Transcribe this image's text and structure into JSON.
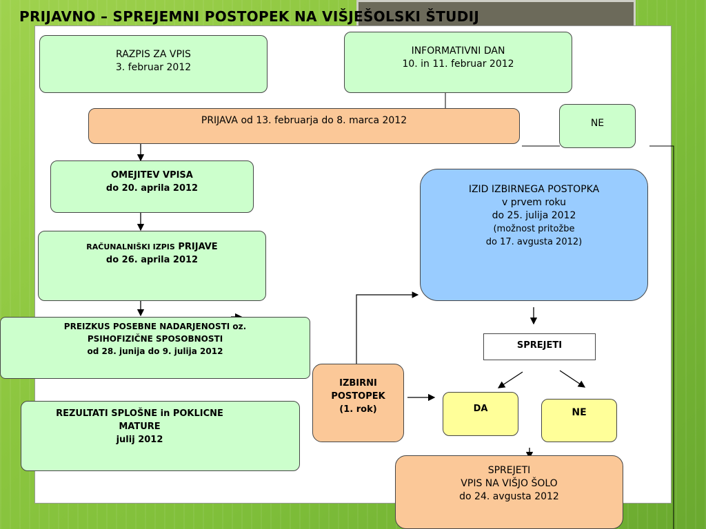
{
  "title": "PRIJAVNO – SPREJEMNI POSTOPEK NA VIŠJEŠOLSKI ŠTUDIJ",
  "colors": {
    "green_box": "#ccffcc",
    "orange_box": "#fbc898",
    "blue_box": "#99ccff",
    "yellow_box": "#ffff99",
    "background": "#8cc63f"
  },
  "boxes": {
    "razpis": {
      "line1": "RAZPIS ZA VPIS",
      "line2": "3. februar 2012"
    },
    "informativni": {
      "line1": "INFORMATIVNI DAN",
      "line2": "10. in 11. februar 2012"
    },
    "prijava": {
      "text": "PRIJAVA od 13. februarja do 8. marca 2012"
    },
    "ne_top": {
      "text": "NE"
    },
    "omejitev": {
      "line1": "OMEJITEV VPISA",
      "line2": "do 20. aprila 2012"
    },
    "izpis": {
      "line1_small": "RAČUNALNIŠKI IZPIS",
      "line1_rest": "PRIJAVE",
      "line2": "do 26. aprila 2012"
    },
    "preizkus": {
      "line1": "PREIZKUS POSEBNE NADARJENOSTI oz.",
      "line2": "PSIHOFIZIČNE SPOSOBNOSTI",
      "line3": "od 28. junija do 9. julija 2012"
    },
    "rezultati": {
      "line1": "REZULTATI SPLOŠNE in POKLICNE",
      "line2": "MATURE",
      "line3": "julij 2012"
    },
    "izbirni": {
      "line1": "IZBIRNI",
      "line2": "POSTOPEK",
      "line3": "(1. rok)"
    },
    "izid": {
      "line1": "IZID IZBIRNEGA POSTOPKA",
      "line2": "v prvem roku",
      "line3": "do 25. julija 2012",
      "line4": "(možnost pritožbe",
      "line5": "do 17. avgusta 2012)"
    },
    "sprejeti_q": {
      "text": "SPREJETI"
    },
    "da": {
      "text": "DA"
    },
    "ne_bottom": {
      "text": "NE"
    },
    "vpis": {
      "line1": "SPREJETI",
      "line2": "VPIS NA VIŠJO ŠOLO",
      "line3": "do 24. avgusta 2012"
    }
  }
}
